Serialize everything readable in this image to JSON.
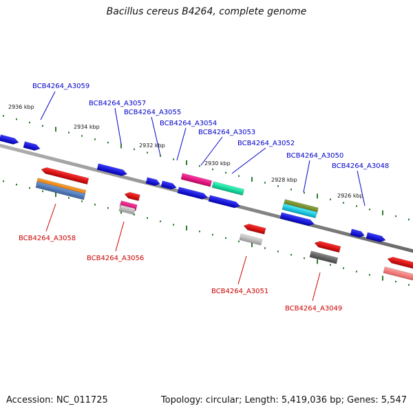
{
  "title": "Bacillus cereus B4264, complete genome",
  "footer": {
    "accession": "Accession: NC_011725",
    "topology": "Topology: circular; Length: 5,419,036 bp; Genes: 5,547"
  },
  "colors": {
    "forward_label": "#0000cc",
    "reverse_label": "#cc0000",
    "backbone": "#888888",
    "ticks": "#2a7a2a"
  },
  "scale_ticks": [
    "2936 kbp",
    "2934 kbp",
    "2932 kbp",
    "2930 kbp",
    "2928 kbp",
    "2926 kbp"
  ],
  "gene_labels": {
    "forward": [
      "BCB4264_A3059",
      "BCB4264_A3057",
      "BCB4264_A3055",
      "BCB4264_A3054",
      "BCB4264_A3053",
      "BCB4264_A3052",
      "BCB4264_A3050",
      "BCB4264_A3048"
    ],
    "reverse": [
      "BCB4264_A3058",
      "BCB4264_A3056",
      "BCB4264_A3051",
      "BCB4264_A3049"
    ]
  }
}
